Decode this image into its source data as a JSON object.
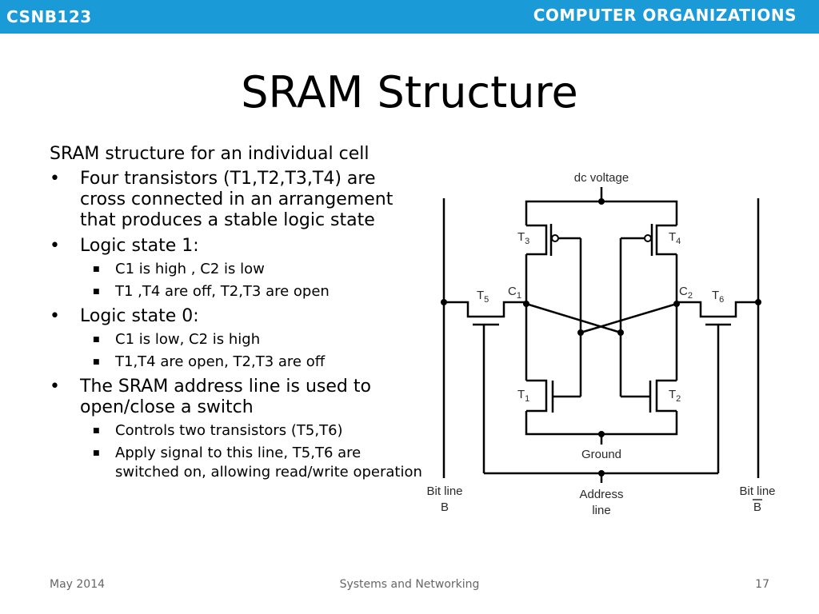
{
  "header": {
    "course_code": "CSNB123",
    "course_title": "COMPUTER ORGANIZATIONS",
    "bar_color": "#1a9bd7"
  },
  "title": "SRAM Structure",
  "content": {
    "intro": "SRAM structure for an individual cell",
    "bullets": [
      {
        "text": "Four transistors (T1,T2,T3,T4) are cross connected in an arrangement that produces a stable logic state"
      },
      {
        "text": "Logic state 1:",
        "sub": [
          "C1 is high , C2 is low",
          "T1 ,T4 are off, T2,T3 are open"
        ]
      },
      {
        "text": "Logic state 0:",
        "sub": [
          "C1 is low, C2 is high",
          "T1,T4 are open, T2,T3 are off"
        ]
      },
      {
        "text": "The SRAM address line is used to open/close a switch",
        "sub": [
          "Controls two transistors (T5,T6)",
          "Apply signal to this line, T5,T6 are switched on, allowing read/write operation"
        ]
      }
    ]
  },
  "diagram": {
    "dc_voltage": "dc voltage",
    "ground": "Ground",
    "address_line": [
      "Address",
      "line"
    ],
    "bit_line_left": [
      "Bit line",
      "B"
    ],
    "bit_line_right": [
      "Bit line",
      "B"
    ],
    "transistors": {
      "t3": {
        "base": "T",
        "sub": "3"
      },
      "t4": {
        "base": "T",
        "sub": "4"
      },
      "t5": {
        "base": "T",
        "sub": "5"
      },
      "t6": {
        "base": "T",
        "sub": "6"
      },
      "t1": {
        "base": "T",
        "sub": "1"
      },
      "t2": {
        "base": "T",
        "sub": "2"
      }
    },
    "nodes": {
      "c1": {
        "base": "C",
        "sub": "1"
      },
      "c2": {
        "base": "C",
        "sub": "2"
      }
    }
  },
  "footer": {
    "date": "May 2014",
    "center": "Systems and Networking",
    "page": "17"
  }
}
